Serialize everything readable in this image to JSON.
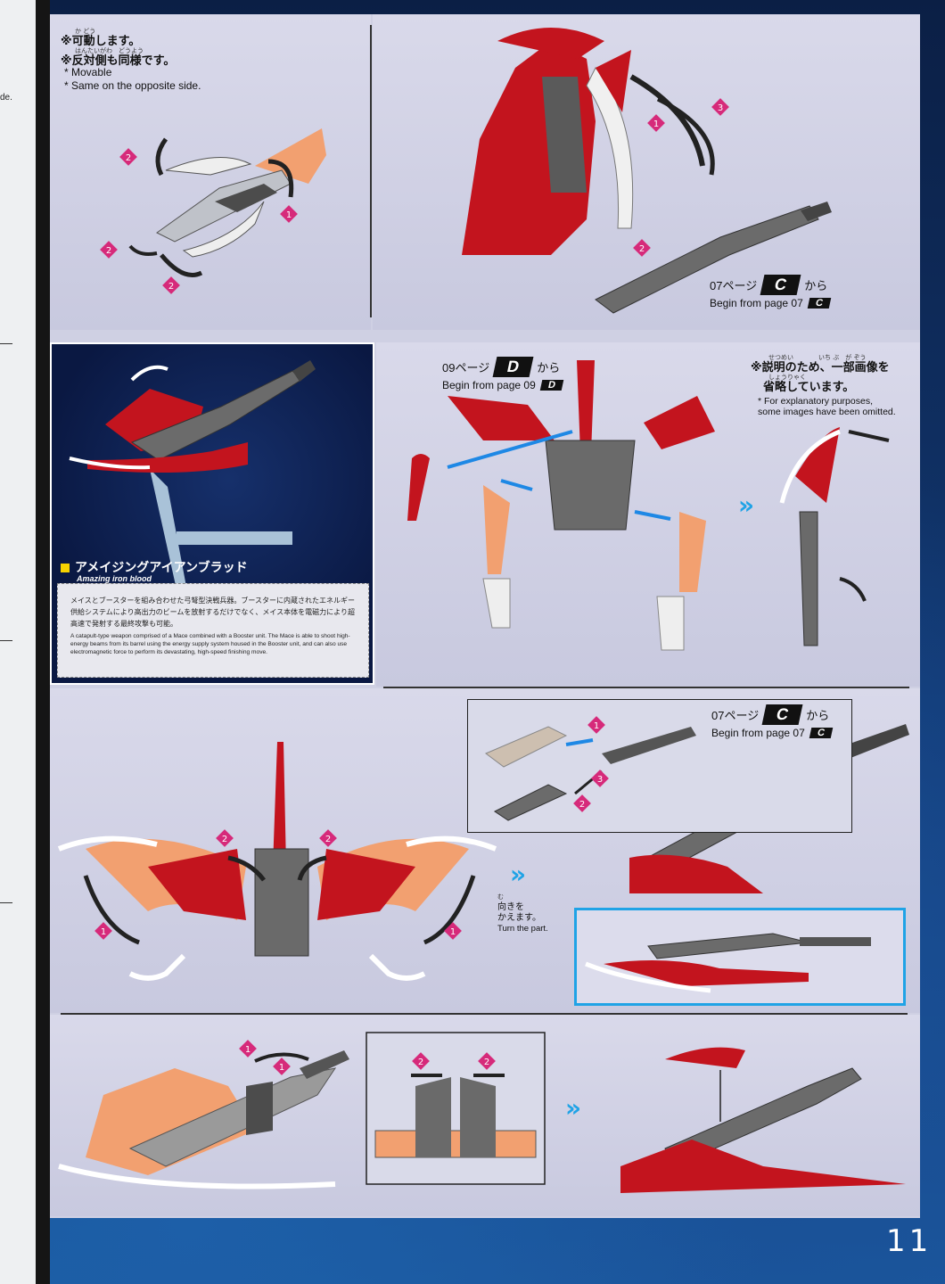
{
  "left_edge": {
    "fragment": "de."
  },
  "panel1": {
    "ruby1": "か どう",
    "jp_line1": "※可動します。",
    "ruby2": "はんたいがわ　どうよう",
    "jp_line2": "※反対側も同様です。",
    "en_line1": "* Movable",
    "en_line2": "* Same on the opposite side."
  },
  "ref_c": {
    "jp_page": "07ページ",
    "letter": "C",
    "jp_from": "から",
    "en": "Begin from page 07"
  },
  "ref_d": {
    "jp_page": "09ページ",
    "letter": "D",
    "jp_from": "から",
    "en": "Begin from page 09"
  },
  "panel3": {
    "ruby1": "せつめい　　　　いち ぶ　が ぞう",
    "jp_line1": "※説明のため、一部画像を",
    "ruby2": "しょうりゃく",
    "jp_line2": "省略しています。",
    "en_line1": "* For explanatory purposes,",
    "en_line2": "some images have been omitted."
  },
  "feature": {
    "title_jp": "アメイジングアイアンブラッド",
    "title_en": "Amazing iron blood",
    "desc_jp": "メイスとブースターを組み合わせた弓弩型決戦兵器。ブースターに内蔵されたエネルギー供給システムにより高出力のビームを放射するだけでなく、メイス本体を電磁力により超高速で発射する最終攻撃も可能。",
    "desc_en": "A catapult-type weapon comprised of a Mace combined with a Booster unit. The Mace is able to shoot high-energy beams from its barrel using the energy supply system housed in the Booster unit, and can also use electromagnetic force to perform its devastating, high-speed finishing move."
  },
  "turn": {
    "ruby": "む",
    "jp1": "向きを",
    "jp2": "かえます。",
    "en": "Turn the part."
  },
  "ui": {
    "chevron": "»"
  },
  "page": {
    "number": "11"
  },
  "colors": {
    "accent_pink": "#d62a7a",
    "accent_blue": "#1fa3e6",
    "armor_red": "#c3141e",
    "frame_gray": "#6b6b6b"
  }
}
